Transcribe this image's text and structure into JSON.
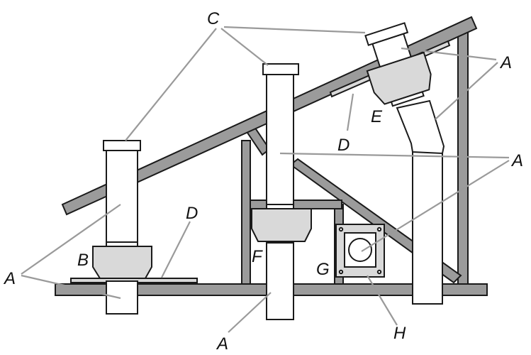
{
  "labels": {
    "A": "A",
    "B": "B",
    "C": "C",
    "D": "D",
    "E": "E",
    "F": "F",
    "G": "G",
    "H": "H"
  },
  "colors": {
    "frame": "#9b9b9b",
    "support": "#d9d9d9",
    "pipe": "#ffffff",
    "leader": "#9a9a9a",
    "outline": "#1a1a1a"
  }
}
